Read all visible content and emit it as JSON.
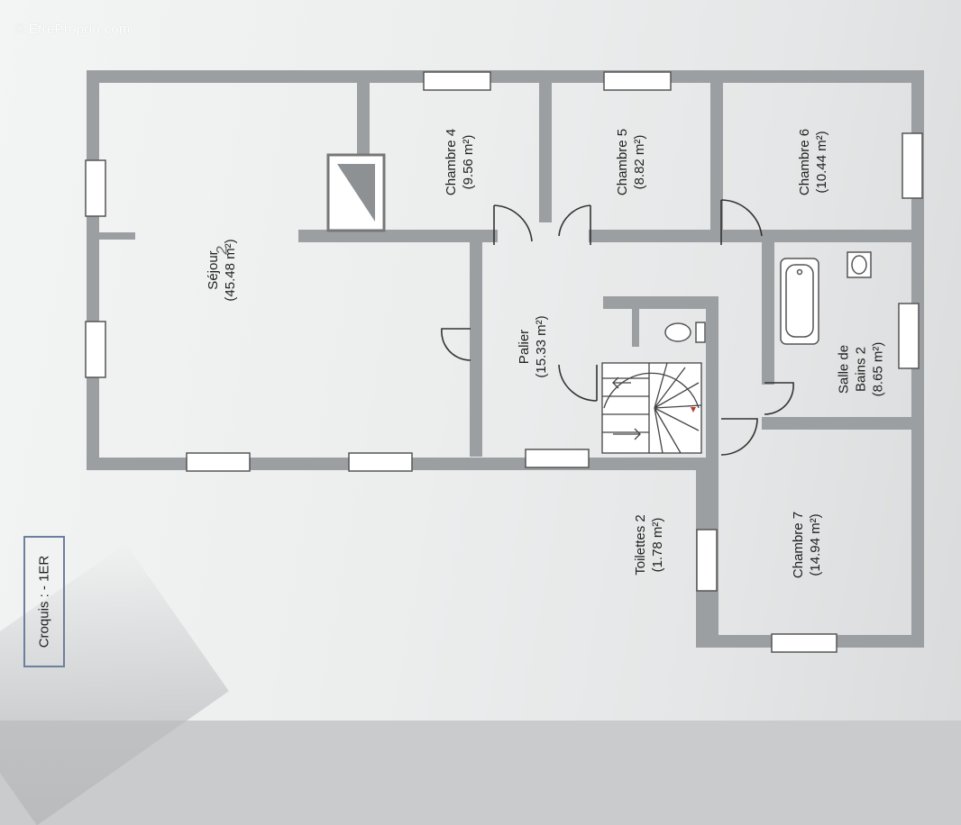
{
  "watermark": "© EtreProprio.com",
  "sheet_label": "Croquis : - 1ER",
  "hand_note": "2",
  "rooms": [
    {
      "name": "Séjour",
      "area": "(45.48 m²)"
    },
    {
      "name": "Chambre 4",
      "area": "(9.56 m²)"
    },
    {
      "name": "Chambre 5",
      "area": "(8.82 m²)"
    },
    {
      "name": "Chambre 6",
      "area": "(10.44 m²)"
    },
    {
      "name": "Palier",
      "area": "(15.33 m²)"
    },
    {
      "name": "Salle de\nBains 2",
      "area": "(8.65 m²)"
    },
    {
      "name": "Toilettes 2",
      "area": "(1.78 m²)"
    },
    {
      "name": "Chambre 7",
      "area": "(14.94 m²)"
    }
  ],
  "colors": {
    "wall": "#9c9fa1",
    "paper": "#efefef",
    "window": "#ffffff",
    "ink": "#1f1f1f",
    "frame": "#6d7f9e"
  }
}
